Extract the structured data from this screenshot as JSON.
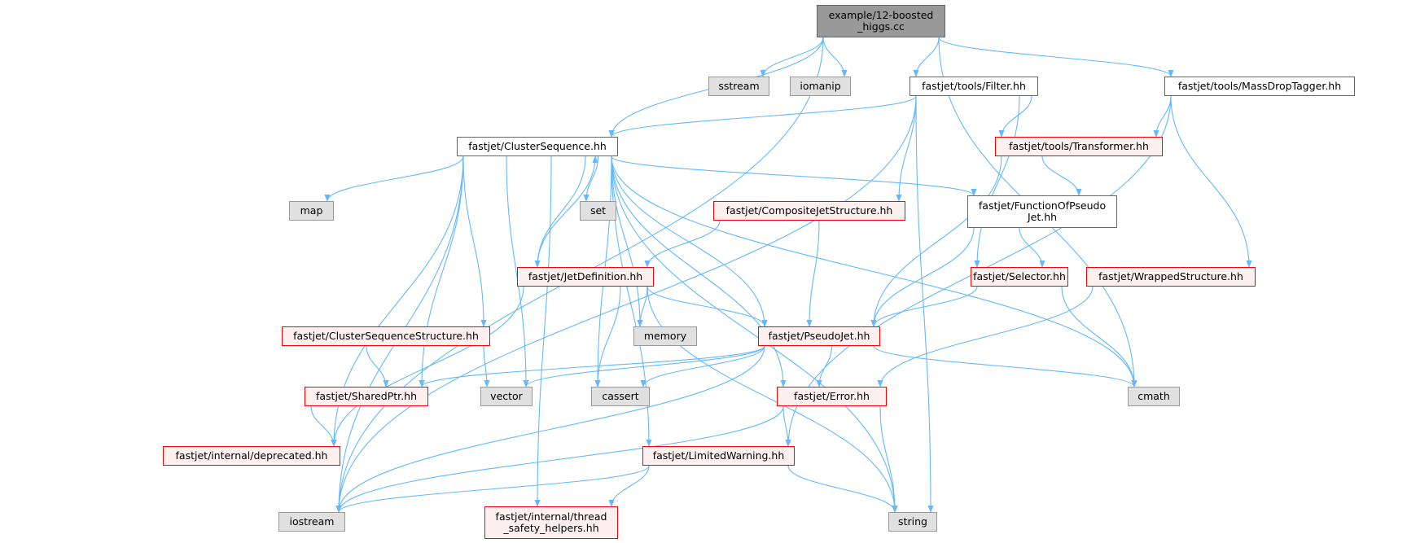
{
  "diagram": {
    "nodes": [
      {
        "id": "main",
        "label": "example/12-boosted\n_higgs.cc"
      },
      {
        "id": "sstream",
        "label": "sstream"
      },
      {
        "id": "iomanip",
        "label": "iomanip"
      },
      {
        "id": "filter",
        "label": "fastjet/tools/Filter.hh"
      },
      {
        "id": "massdrop",
        "label": "fastjet/tools/MassDropTagger.hh"
      },
      {
        "id": "clusterseq",
        "label": "fastjet/ClusterSequence.hh"
      },
      {
        "id": "transformer",
        "label": "fastjet/tools/Transformer.hh"
      },
      {
        "id": "map",
        "label": "map"
      },
      {
        "id": "set",
        "label": "set"
      },
      {
        "id": "composite",
        "label": "fastjet/CompositeJetStructure.hh"
      },
      {
        "id": "funcpseudo",
        "label": "fastjet/FunctionOfPseudo\nJet.hh"
      },
      {
        "id": "jetdef",
        "label": "fastjet/JetDefinition.hh"
      },
      {
        "id": "selector",
        "label": "fastjet/Selector.hh"
      },
      {
        "id": "wrapped",
        "label": "fastjet/WrappedStructure.hh"
      },
      {
        "id": "csstructure",
        "label": "fastjet/ClusterSequenceStructure.hh"
      },
      {
        "id": "memory",
        "label": "memory"
      },
      {
        "id": "pseudojet",
        "label": "fastjet/PseudoJet.hh"
      },
      {
        "id": "sharedptr",
        "label": "fastjet/SharedPtr.hh"
      },
      {
        "id": "vector",
        "label": "vector"
      },
      {
        "id": "cassert",
        "label": "cassert"
      },
      {
        "id": "error",
        "label": "fastjet/Error.hh"
      },
      {
        "id": "cmath",
        "label": "cmath"
      },
      {
        "id": "deprecated",
        "label": "fastjet/internal/deprecated.hh"
      },
      {
        "id": "limitedwarning",
        "label": "fastjet/LimitedWarning.hh"
      },
      {
        "id": "iostream",
        "label": "iostream"
      },
      {
        "id": "threadsafety",
        "label": "fastjet/internal/thread\n_safety_helpers.hh"
      },
      {
        "id": "string",
        "label": "string"
      }
    ],
    "edges": [
      [
        "main",
        "sstream"
      ],
      [
        "main",
        "iomanip"
      ],
      [
        "main",
        "filter"
      ],
      [
        "main",
        "massdrop"
      ],
      [
        "main",
        "clusterseq"
      ],
      [
        "main",
        "iostream"
      ],
      [
        "main",
        "cmath"
      ],
      [
        "filter",
        "clusterseq"
      ],
      [
        "filter",
        "transformer"
      ],
      [
        "filter",
        "composite"
      ],
      [
        "filter",
        "selector"
      ],
      [
        "filter",
        "string"
      ],
      [
        "filter",
        "iostream"
      ],
      [
        "massdrop",
        "transformer"
      ],
      [
        "massdrop",
        "wrapped"
      ],
      [
        "massdrop",
        "limitedwarning"
      ],
      [
        "clusterseq",
        "map"
      ],
      [
        "clusterseq",
        "set"
      ],
      [
        "clusterseq",
        "jetdef"
      ],
      [
        "clusterseq",
        "funcpseudo"
      ],
      [
        "clusterseq",
        "csstructure"
      ],
      [
        "clusterseq",
        "memory"
      ],
      [
        "clusterseq",
        "pseudojet"
      ],
      [
        "clusterseq",
        "sharedptr"
      ],
      [
        "clusterseq",
        "vector"
      ],
      [
        "clusterseq",
        "cassert"
      ],
      [
        "clusterseq",
        "error"
      ],
      [
        "clusterseq",
        "cmath"
      ],
      [
        "clusterseq",
        "deprecated"
      ],
      [
        "clusterseq",
        "limitedwarning"
      ],
      [
        "clusterseq",
        "iostream"
      ],
      [
        "clusterseq",
        "threadsafety"
      ],
      [
        "clusterseq",
        "string"
      ],
      [
        "transformer",
        "funcpseudo"
      ],
      [
        "transformer",
        "pseudojet"
      ],
      [
        "composite",
        "jetdef"
      ],
      [
        "composite",
        "pseudojet"
      ],
      [
        "funcpseudo",
        "selector"
      ],
      [
        "funcpseudo",
        "pseudojet"
      ],
      [
        "jetdef",
        "clusterseq"
      ],
      [
        "jetdef",
        "memory"
      ],
      [
        "jetdef",
        "pseudojet"
      ],
      [
        "jetdef",
        "cassert"
      ],
      [
        "jetdef",
        "deprecated"
      ],
      [
        "jetdef",
        "string"
      ],
      [
        "selector",
        "pseudojet"
      ],
      [
        "selector",
        "cmath"
      ],
      [
        "wrapped",
        "error"
      ],
      [
        "csstructure",
        "sharedptr"
      ],
      [
        "csstructure",
        "vector"
      ],
      [
        "pseudojet",
        "sharedptr"
      ],
      [
        "pseudojet",
        "vector"
      ],
      [
        "pseudojet",
        "cassert"
      ],
      [
        "pseudojet",
        "error"
      ],
      [
        "pseudojet",
        "cmath"
      ],
      [
        "pseudojet",
        "iostream"
      ],
      [
        "sharedptr",
        "deprecated"
      ],
      [
        "error",
        "limitedwarning"
      ],
      [
        "error",
        "iostream"
      ],
      [
        "error",
        "string"
      ],
      [
        "limitedwarning",
        "iostream"
      ],
      [
        "limitedwarning",
        "threadsafety"
      ],
      [
        "limitedwarning",
        "string"
      ]
    ]
  }
}
